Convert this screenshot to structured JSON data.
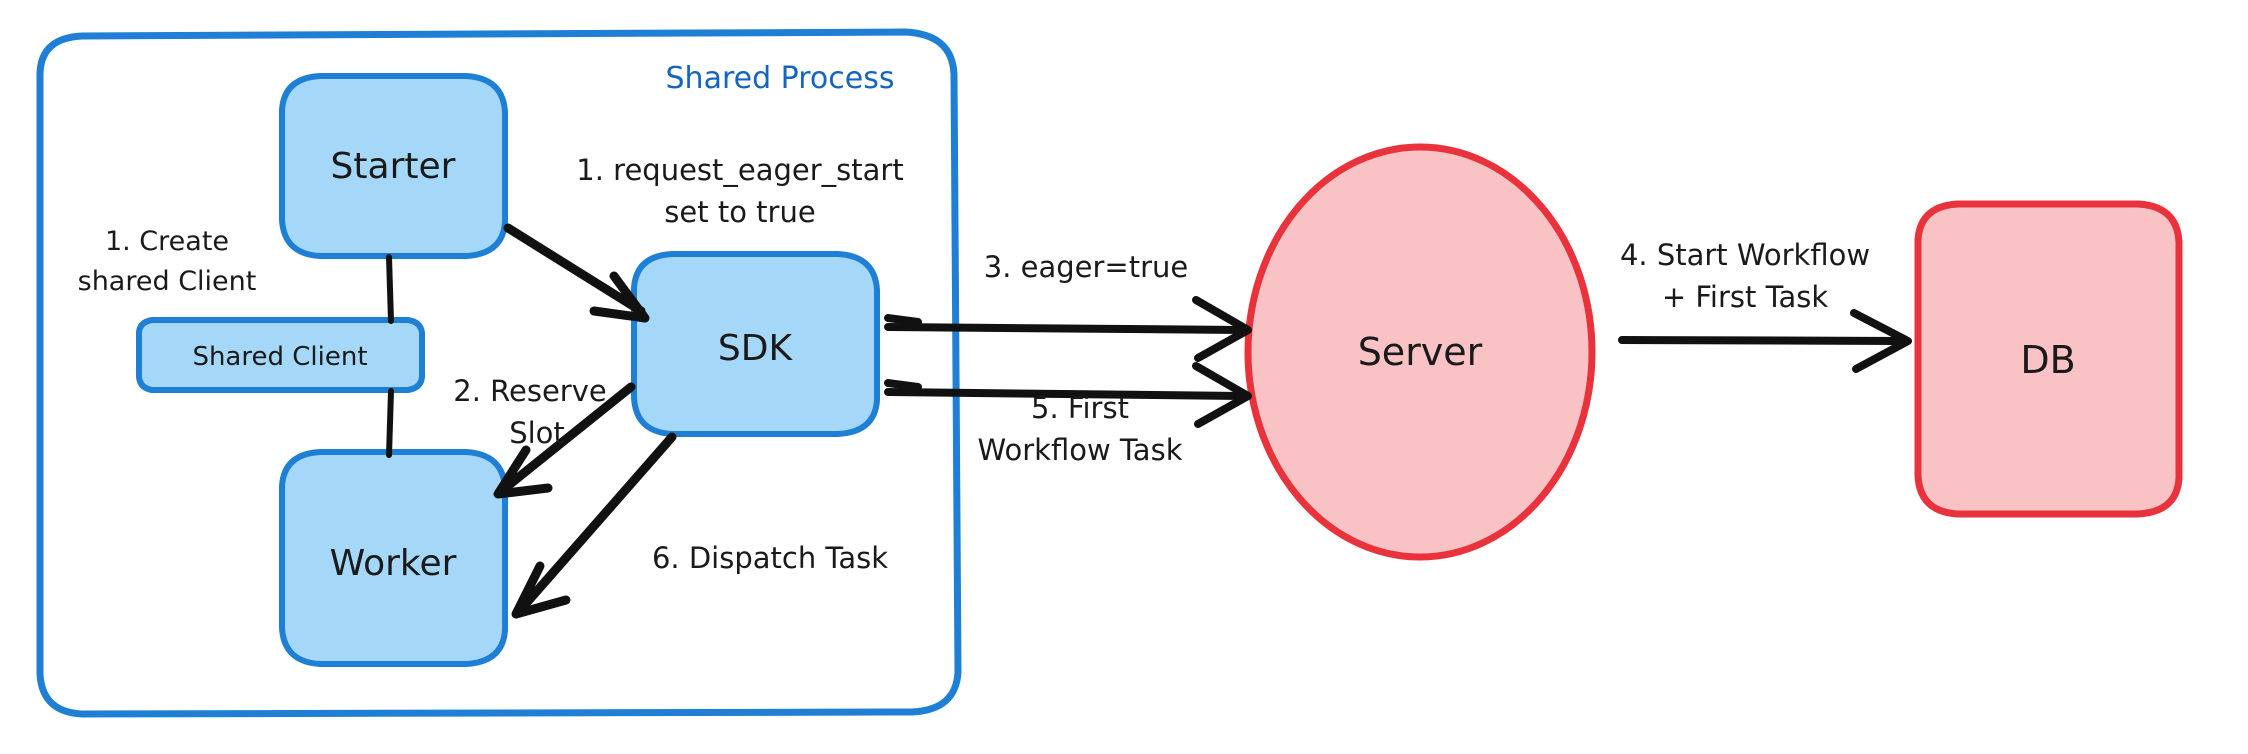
{
  "diagram": {
    "title_visible": false,
    "group": {
      "label": "Shared Process",
      "border_color": "#1E7FD4",
      "title_color": "#1565C0"
    },
    "colors": {
      "blue_fill": "#A5D8F8",
      "blue_stroke": "#1E7FD4",
      "red_fill": "#F9C2C5",
      "red_stroke": "#E8323C",
      "arrow": "#111111",
      "text": "#1a1a1a"
    },
    "nodes": [
      {
        "id": "starter",
        "label": "Starter",
        "shape": "rounded-rect",
        "color": "blue"
      },
      {
        "id": "shared_client",
        "label": "Shared Client",
        "shape": "rounded-rect",
        "color": "blue"
      },
      {
        "id": "worker",
        "label": "Worker",
        "shape": "rounded-rect",
        "color": "blue"
      },
      {
        "id": "sdk",
        "label": "SDK",
        "shape": "rounded-rect",
        "color": "blue"
      },
      {
        "id": "server",
        "label": "Server",
        "shape": "ellipse",
        "color": "red"
      },
      {
        "id": "db",
        "label": "DB",
        "shape": "rounded-rect",
        "color": "red"
      }
    ],
    "edges": [
      {
        "id": "e1",
        "label_lines": [
          "1. Create",
          "shared Client"
        ],
        "from": "starter",
        "to": "shared_client",
        "arrow": false
      },
      {
        "id": "e2",
        "label_lines": [
          "1. request_eager_start",
          "set to true"
        ],
        "from": "starter",
        "to": "sdk",
        "arrow": true
      },
      {
        "id": "e3",
        "label_lines": [
          "2. Reserve",
          "Slot"
        ],
        "from": "sdk",
        "to": "worker",
        "arrow": true
      },
      {
        "id": "e4",
        "label_lines": [
          "3. eager=true"
        ],
        "from": "sdk",
        "to": "server",
        "arrow": true
      },
      {
        "id": "e5",
        "label_lines": [
          "4. Start Workflow",
          "+ First Task"
        ],
        "from": "server",
        "to": "db",
        "arrow": true
      },
      {
        "id": "e6",
        "label_lines": [
          "5. First",
          "Workflow Task"
        ],
        "from": "server",
        "to": "sdk",
        "arrow": true
      },
      {
        "id": "e7",
        "label_lines": [
          "6. Dispatch Task"
        ],
        "from": "sdk",
        "to": "worker",
        "arrow": true
      }
    ]
  }
}
